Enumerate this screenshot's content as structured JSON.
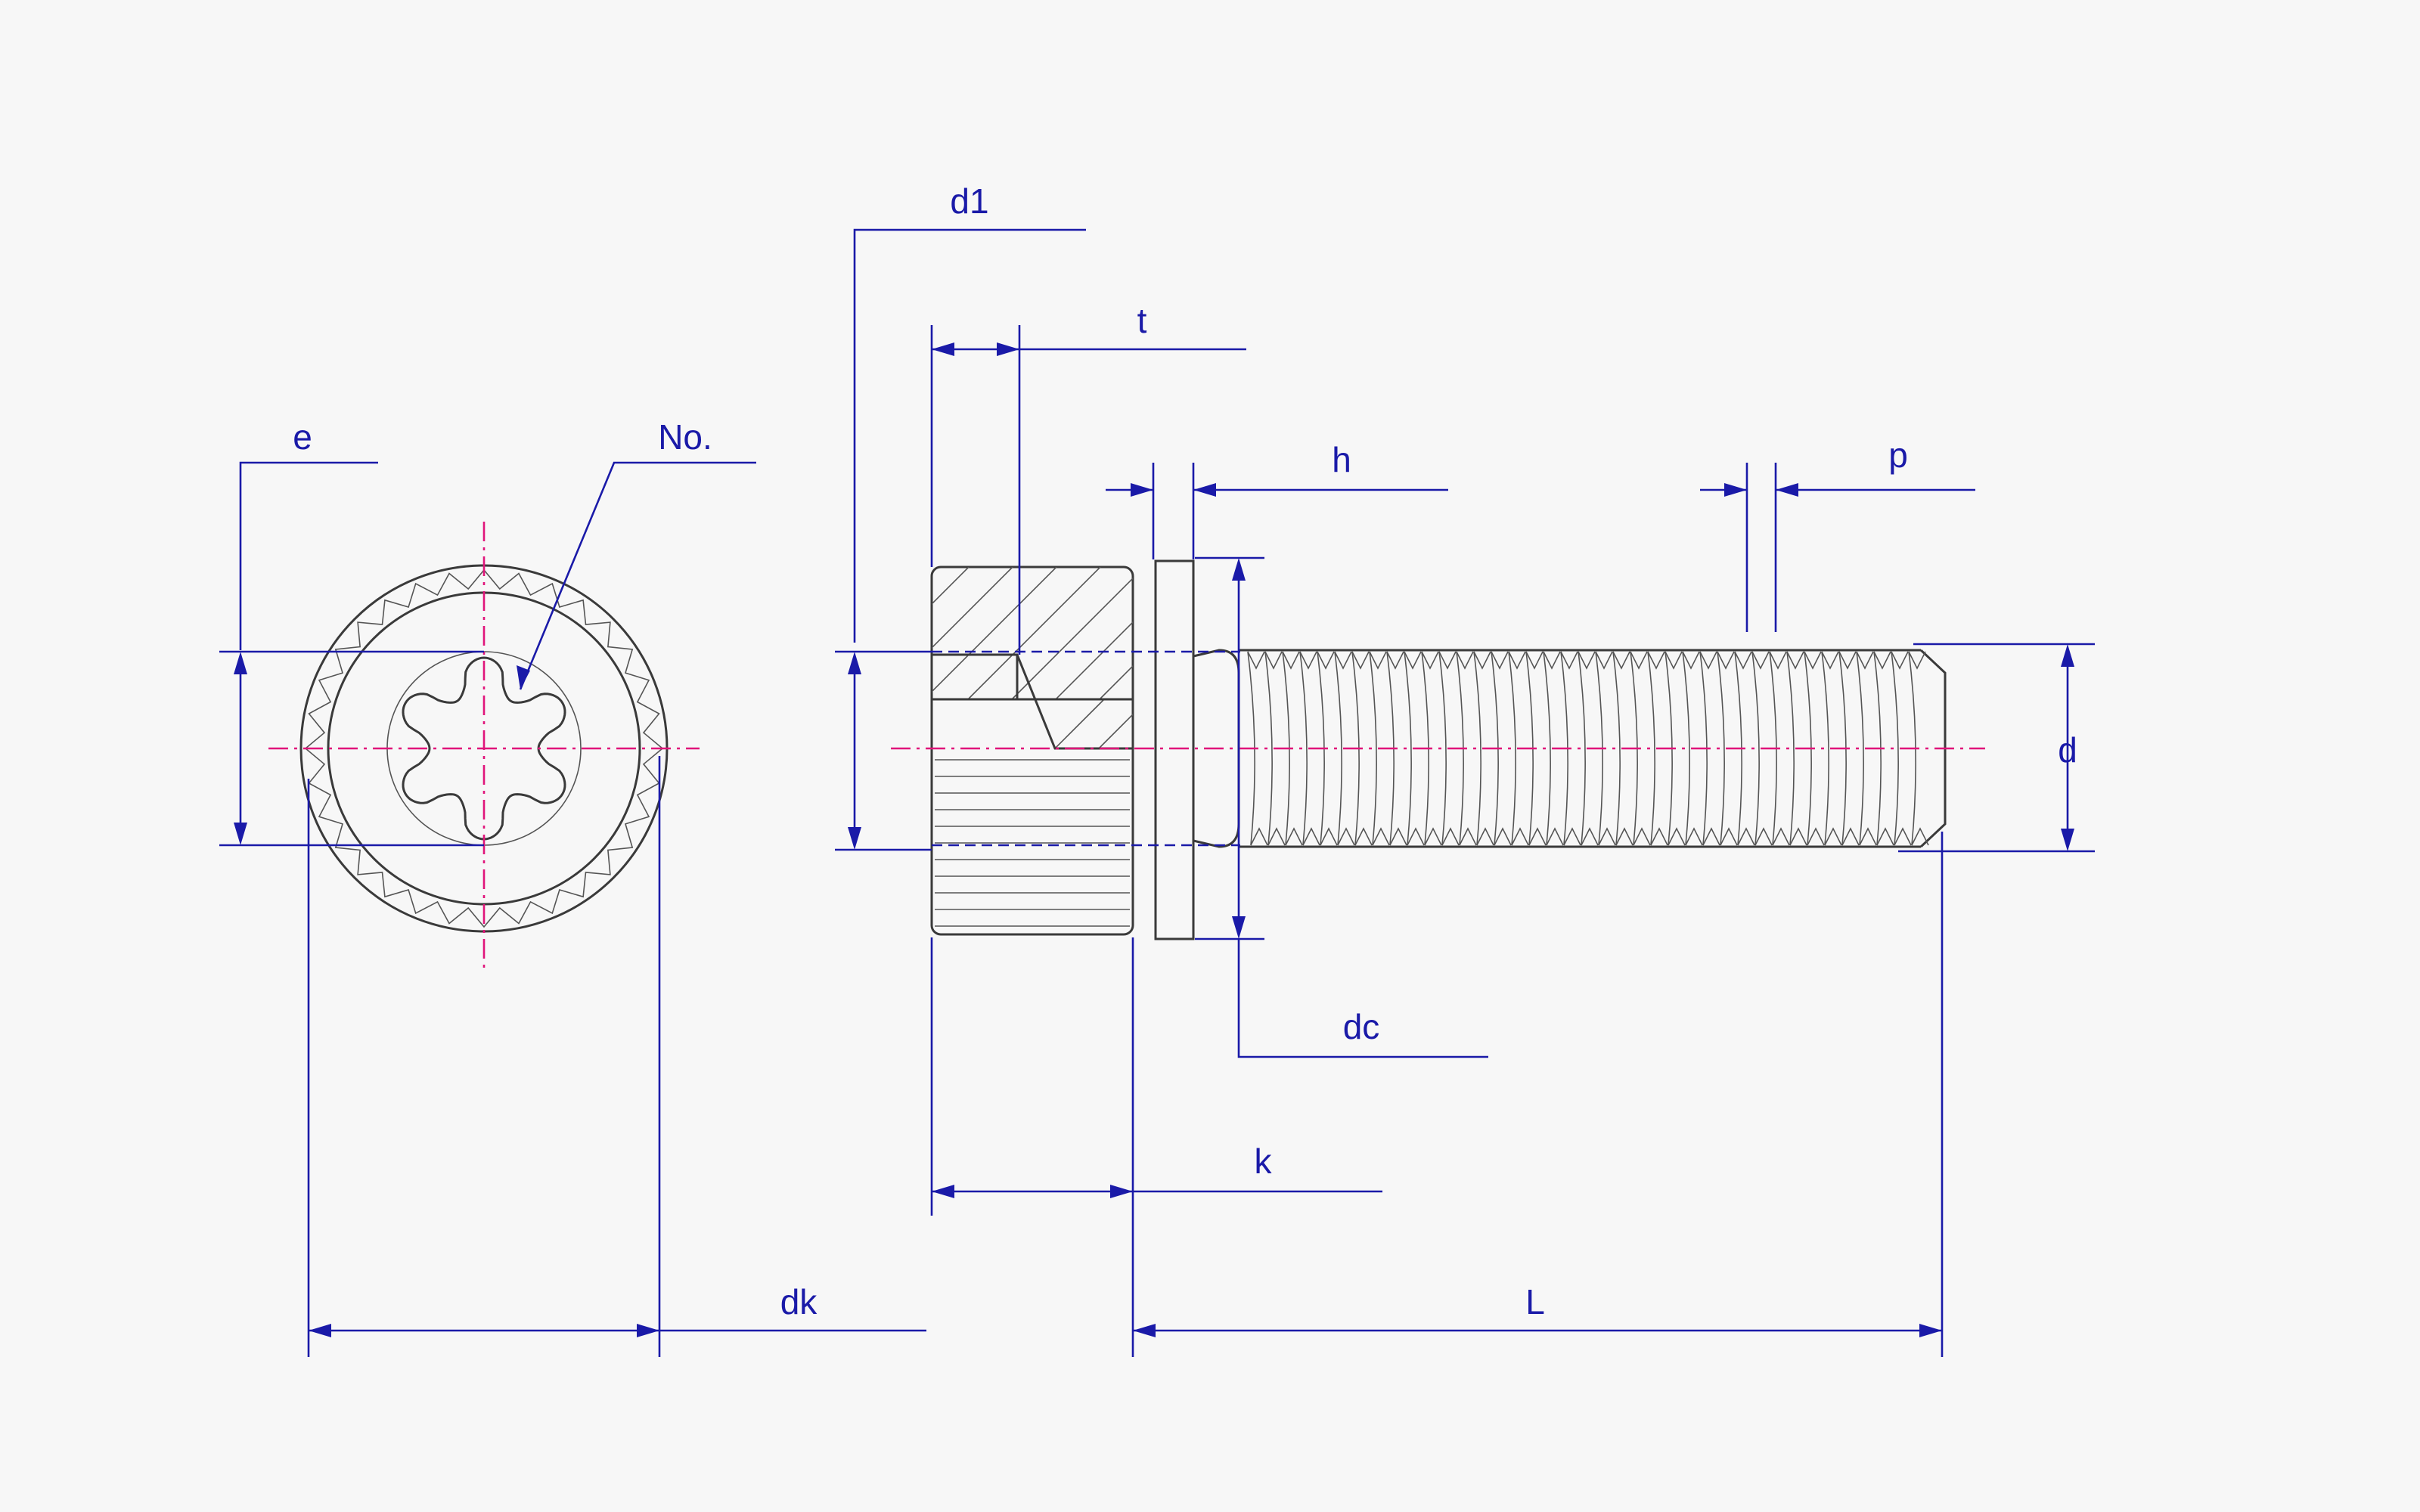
{
  "labels": {
    "e": "e",
    "no": "No.",
    "dk": "dk",
    "d1": "d1",
    "t": "t",
    "h": "h",
    "p": "p",
    "d": "d",
    "dc": "dc",
    "k": "k",
    "L": "L"
  },
  "colors": {
    "dimension": "#1a1aa8",
    "centerline": "#e0157a",
    "part": "#3a3a3a",
    "background": "#f7f7f7"
  }
}
